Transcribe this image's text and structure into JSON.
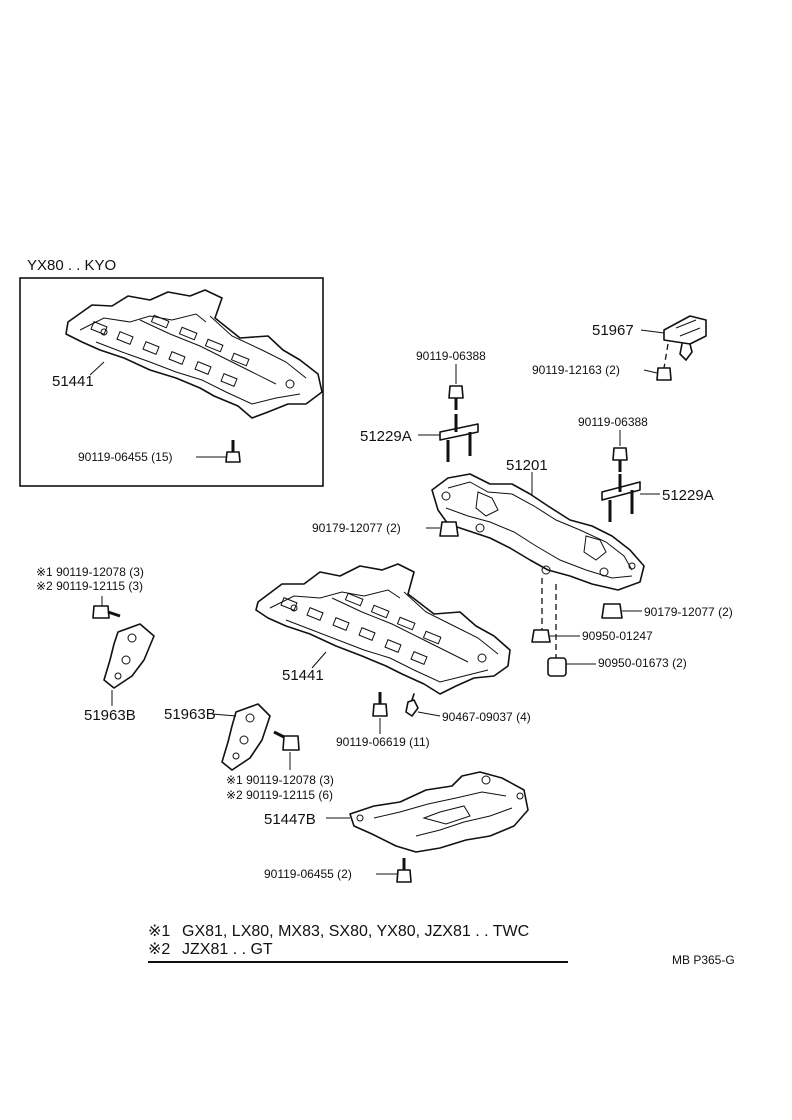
{
  "inset": {
    "title": "YX80 . . KYO",
    "part_plate": "51441",
    "bolt": "90119-06455 (15)"
  },
  "labels": {
    "p51967": "51967",
    "p90119_12163": "90119-12163 (2)",
    "p90119_06388_a": "90119-06388",
    "p51229A_left": "51229A",
    "p90119_06388_b": "90119-06388",
    "p51201": "51201",
    "p51229A_right": "51229A",
    "p90179_12077_left": "90179-12077 (2)",
    "p90179_12077_right": "90179-12077 (2)",
    "p90950_01247": "90950-01247",
    "p90950_01673": "90950-01673 (2)",
    "p51441_main": "51441",
    "p90467_09037": "90467-09037 (4)",
    "p90119_06619": "90119-06619 (11)",
    "left_bolt_1": "※1 90119-12078 (3)",
    "left_bolt_2": "※2 90119-12115 (3)",
    "p51963B_left": "51963B",
    "p51963B_mid": "51963B",
    "mid_bolt_1": "※1 90119-12078 (3)",
    "mid_bolt_2": "※2 90119-12115 (6)",
    "p51447B": "51447B",
    "p90119_06455_bottom": "90119-06455 (2)"
  },
  "notes": {
    "note1_mark": "※1",
    "note1_text": "GX81, LX80, MX83, SX80, YX80, JZX81 . . TWC",
    "note2_mark": "※2",
    "note2_text": "JZX81 . . GT"
  },
  "figure_code": "MB P365-G"
}
